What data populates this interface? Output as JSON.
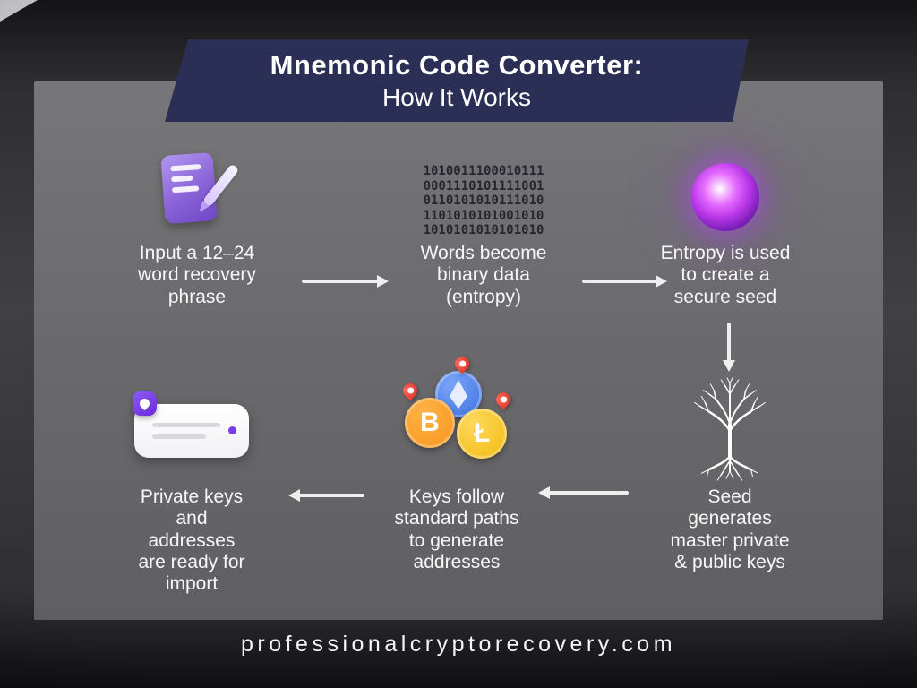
{
  "header": {
    "title_bold": "Mnemonic Code Converter:",
    "title_regular": "How It Works"
  },
  "steps": [
    {
      "icon": "notepad-pen-icon",
      "text": "Input a 12–24\nword recovery\nphrase"
    },
    {
      "icon": "binary-data-icon",
      "text": "Words become\nbinary data\n(entropy)"
    },
    {
      "icon": "entropy-orb-icon",
      "text": "Entropy is used\nto create a\nsecure seed"
    },
    {
      "icon": "seed-tree-icon",
      "text": "Seed\ngenerates\nmaster private\n& public keys"
    },
    {
      "icon": "crypto-coins-icon",
      "text": "Keys follow\nstandard paths\nto generate\naddresses"
    },
    {
      "icon": "address-card-icon",
      "text": "Private keys\nand\naddresses\nare ready for\nimport"
    }
  ],
  "binary": {
    "lines": [
      "1010011100010111",
      "0001110101111001",
      "0110101010111010",
      "1101010101001010",
      "1010101010101010"
    ]
  },
  "coins": {
    "bitcoin_glyph": "B",
    "litecoin_glyph": "Ł"
  },
  "footer": {
    "url": "professionalcryptorecovery.com"
  },
  "colors": {
    "banner_navy": "#2c2f55",
    "panel_gray": "#6c6c6f",
    "accent_purple": "#8b5cf6",
    "orb_magenta": "#b937e8",
    "bitcoin_orange": "#f7931a",
    "ethereum_blue": "#3b6fe0",
    "litecoin_gold": "#f0b90b",
    "pin_red": "#d82c1e",
    "text_white": "#f7f7f7"
  }
}
